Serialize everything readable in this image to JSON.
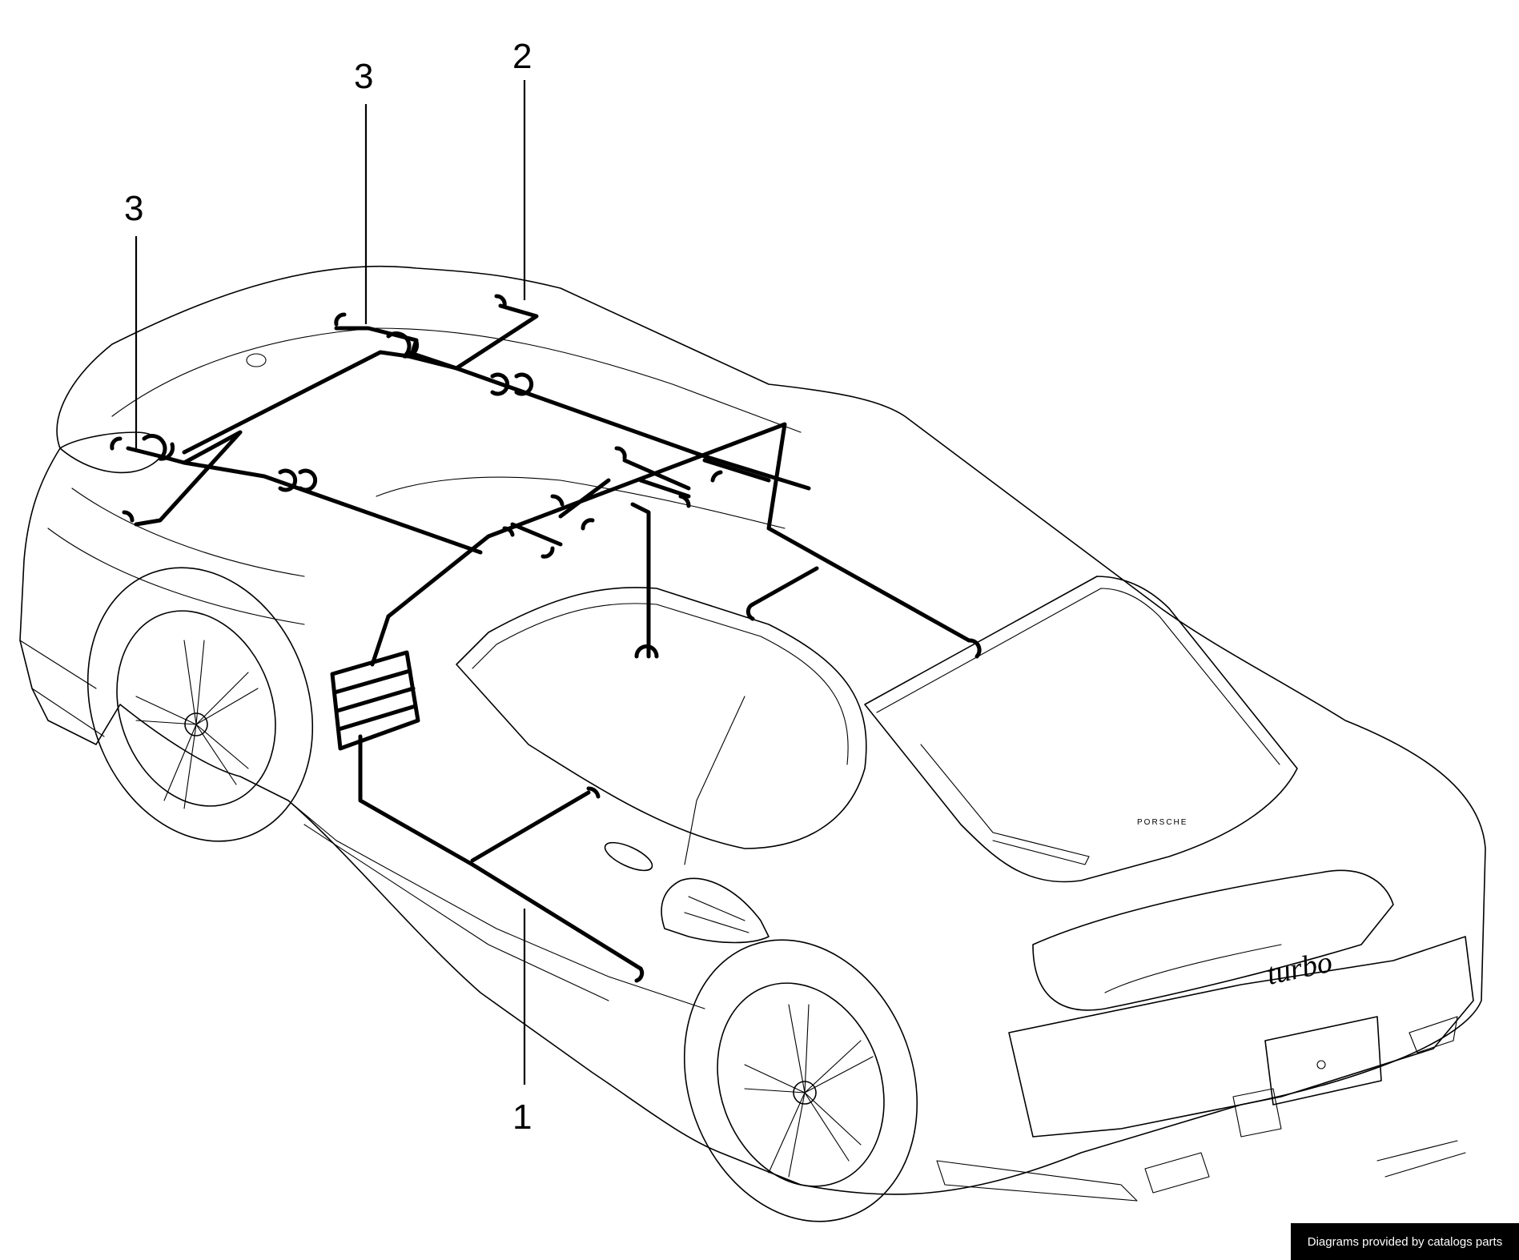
{
  "diagram": {
    "callouts": [
      {
        "id": "callout-1",
        "label": "1"
      },
      {
        "id": "callout-2",
        "label": "2"
      },
      {
        "id": "callout-3-roof",
        "label": "3"
      },
      {
        "id": "callout-3-front",
        "label": "3"
      }
    ],
    "car_badge": "turbo",
    "rear_window_badge": "PORSCHE"
  },
  "credit": {
    "text": "Diagrams provided by catalogs parts"
  }
}
